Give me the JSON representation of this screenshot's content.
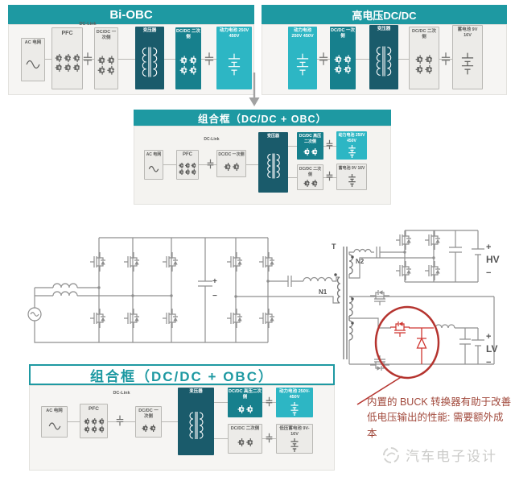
{
  "colors": {
    "header_teal": "#1e99a2",
    "dark_box": "#1a5b6b",
    "mid_teal": "#17808d",
    "cyan_box": "#2db6c4",
    "light_box": "#ecebe8",
    "schematic_gray": "#8f8f8f",
    "highlight_red": "#cf3630",
    "annotation_red": "#a1493c"
  },
  "top_left": {
    "title": "Bi-OBC",
    "ac": "AC 电网",
    "pfc": "PFC",
    "dclink": "DC-Link",
    "dcdc1": "DC/DC 一次侧",
    "trafo": "变压器",
    "dcdc2": "DC/DC 二次侧",
    "batt": "动力电池 250V 450V"
  },
  "top_right": {
    "title": "高电压DC/DC",
    "batt_hv": "动力电池 250V 450V",
    "dcdc1": "DC/DC 一次侧",
    "trafo": "变压器",
    "dcdc2": "DC/DC 二次侧",
    "batt_lv": "蓄电池 9V 16V"
  },
  "middle": {
    "title": "组合框（DC/DC + OBC）",
    "ac": "AC 电网",
    "pfc": "PFC",
    "dclink": "DC-Link",
    "dcdc1": "DC/DC 一次侧",
    "trafo": "变压器",
    "dcdc_hv": "DC/DC 高压二次侧",
    "batt_hv": "动力电池 250V 450V",
    "dcdc_lv": "DC/DC 二次侧",
    "batt_lv": "蓄电池 9V 16V"
  },
  "bottom": {
    "title": "组合框（DC/DC + OBC）",
    "ac": "AC 电网",
    "pfc": "PFC",
    "dclink": "DC-Link",
    "dcdc1": "DC/DC 一次侧",
    "trafo": "变压器",
    "dcdc_hv": "DC/DC 高压二次侧",
    "batt_hv": "动力电池 250V-450V",
    "dcdc_lv": "DC/DC 二次侧",
    "batt_lv": "低压蓄电池 9V-16V"
  },
  "schematic": {
    "t": "T",
    "n1": "N1",
    "n2": "N2",
    "plus": "+",
    "minus": "−",
    "hv": "HV",
    "lv": "LV"
  },
  "annotation": {
    "text": "内置的 BUCK 转换器有助于改善低电压输出的性能: 需要额外成本"
  },
  "watermark": {
    "text": "汽车电子设计"
  }
}
